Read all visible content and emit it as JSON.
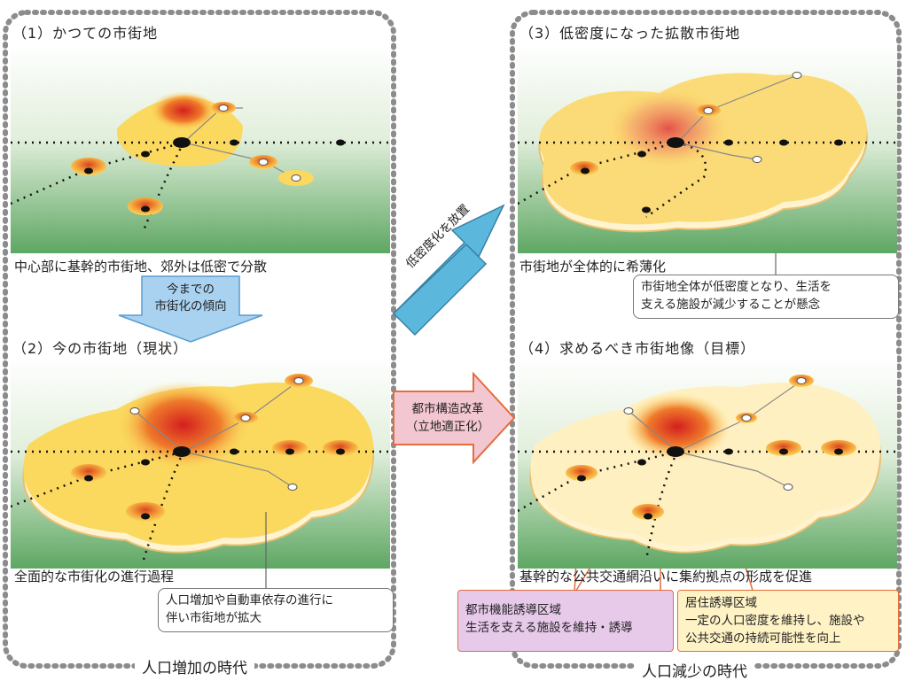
{
  "panels": {
    "p1": {
      "title": "（1）かつての市街地",
      "caption": "中心部に基幹的市街地、郊外は低密で分散"
    },
    "p2": {
      "title": "（2）今の市街地（現状）",
      "caption": "全面的な市街化の進行過程",
      "note": [
        "人口増加や自動車依存の進行に",
        "伴い市街地が拡大"
      ]
    },
    "p3": {
      "title": "（3）低密度になった拡散市街地",
      "caption": "市街地が全体的に希薄化",
      "note": [
        "市街地全体が低密度となり、生活を",
        "支える施設が減少することが懸念"
      ]
    },
    "p4": {
      "title": "（4）求めるべき市街地像（目標）",
      "caption": "基幹的な公共交通網沿いに集約拠点の形成を促進"
    }
  },
  "arrows": {
    "down": [
      "今までの",
      "市街化の傾向"
    ],
    "diagonal": "低密度化を放置",
    "right": [
      "都市構造改革",
      "（立地適正化）"
    ]
  },
  "zones": {
    "urban_function": {
      "title": "都市機能誘導区域",
      "body": "生活を支える施設を維持・誘導"
    },
    "residential": {
      "title": "居住誘導区域",
      "body": [
        "一定の人口密度を維持し、施設や",
        "公共交通の持続可能性を向上"
      ]
    }
  },
  "eras": {
    "growth": "人口増加の時代",
    "decline": "人口減少の時代"
  },
  "colors": {
    "sky_top": "#ffffff",
    "field_green": "#5fa862",
    "urban_yellow": "#fbd85e",
    "core_red": "#d8231f",
    "border_gray": "#8c8c8c",
    "down_arrow": "#a9d2f0",
    "diag_arrow": "#5bb8dc",
    "right_arrow": "#f3c7d2",
    "accent_orange": "#e36d3c"
  }
}
